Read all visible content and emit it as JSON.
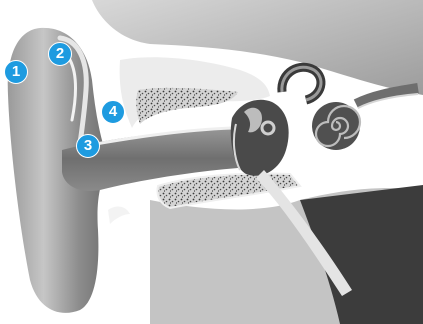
{
  "markers": [
    {
      "label": "1"
    },
    {
      "label": "2"
    },
    {
      "label": "3"
    },
    {
      "label": "4"
    }
  ],
  "colors": {
    "marker_fill": "#1e9be0",
    "marker_ring": "#ffffff",
    "skin_dark": "#5a5a5a",
    "skin_light": "#b8b8b8",
    "canal": "#7a7a7a",
    "bone": "#e8e8e8",
    "bone_speckle": "#3a3a3a",
    "inner_ear": "#454545",
    "background": "#ffffff"
  },
  "icons": [
    "ear-cross-section-illustration"
  ]
}
